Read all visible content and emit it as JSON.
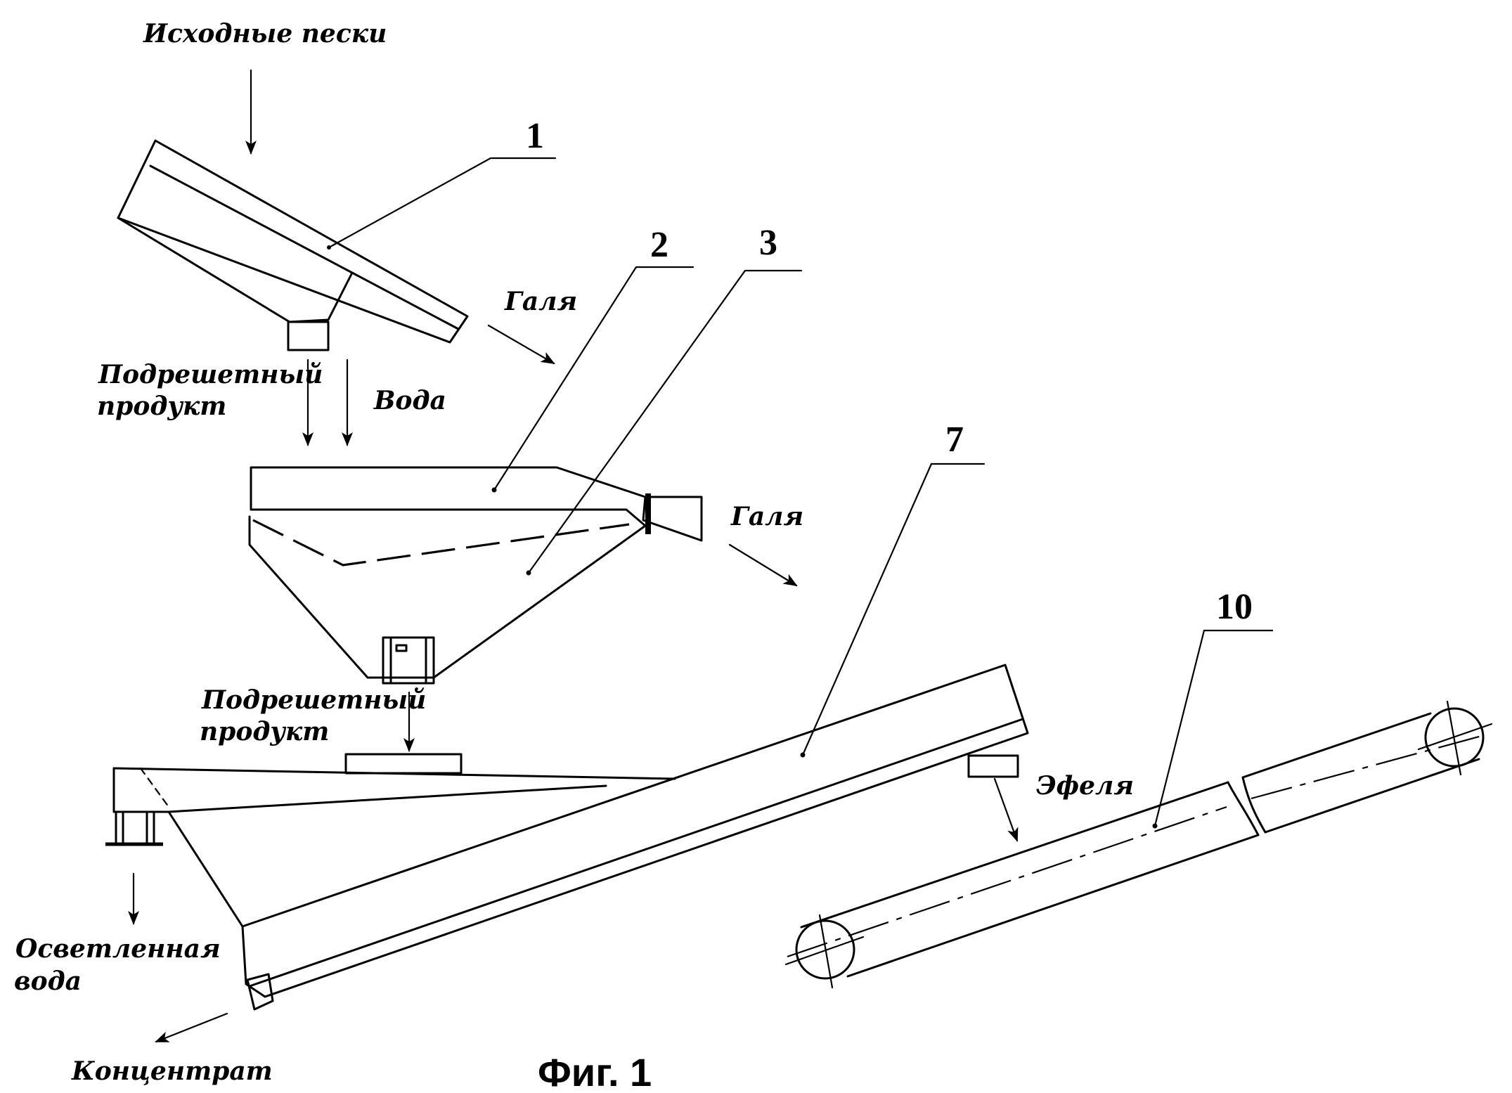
{
  "labels": {
    "source_sand": "Исходные пески",
    "undersize_1_line1": "Подрешетный",
    "undersize_1_line2": "продукт",
    "water": "Вода",
    "pebbles_1": "Галя",
    "pebbles_2": "Галя",
    "undersize_2_line1": "Подрешетный",
    "undersize_2_line2": "продукт",
    "fines": "Эфеля",
    "clarified_water_line1": "Осветленная",
    "clarified_water_line2": "вода",
    "concentrate": "Концентрат",
    "caption": "Фиг. 1"
  },
  "callouts": {
    "screen_1": "1",
    "drum_2": "2",
    "hopper_3": "3",
    "sluice_7": "7",
    "conveyor_10": "10"
  }
}
